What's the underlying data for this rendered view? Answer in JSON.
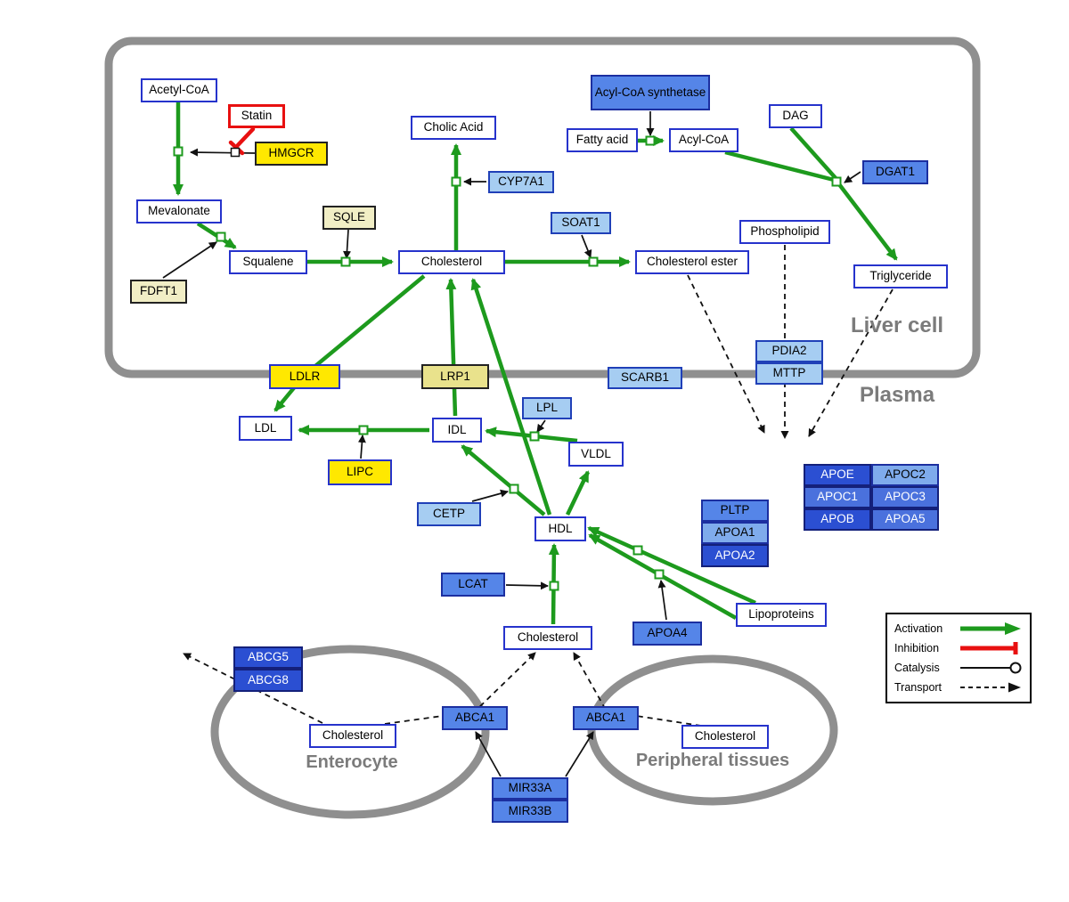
{
  "compartments": {
    "liver": "Liver cell",
    "plasma": "Plasma",
    "enterocyte": "Enterocyte",
    "peripheral": "Peripheral tissues"
  },
  "legend": {
    "activation": "Activation",
    "inhibition": "Inhibition",
    "catalysis": "Catalysis",
    "transport": "Transport"
  },
  "colors": {
    "activation_green": "#1d9a1d",
    "inhibition_red": "#e81010",
    "membrane_gray": "#8f8f8f",
    "node_border_blue": "#2633cc",
    "yellow": "#ffe800",
    "pale_yellow": "#f1eec5",
    "light_blue": "#a6cdf2",
    "medium_blue": "#5585e8",
    "dark_blue": "#2b4fd2"
  },
  "nodes": {
    "acetyl_coa": {
      "label": "Acetyl-CoA"
    },
    "statin": {
      "label": "Statin"
    },
    "hmgcr": {
      "label": "HMGCR"
    },
    "mevalonate": {
      "label": "Mevalonate"
    },
    "cholic_acid": {
      "label": "Cholic Acid"
    },
    "cyp7a1": {
      "label": "CYP7A1"
    },
    "sqle": {
      "label": "SQLE"
    },
    "squalene": {
      "label": "Squalene"
    },
    "fdft1": {
      "label": "FDFT1"
    },
    "cholesterol_liver": {
      "label": "Cholesterol"
    },
    "soat1": {
      "label": "SOAT1"
    },
    "cholesterol_ester": {
      "label": "Cholesterol ester"
    },
    "acylcoa_synthetase": {
      "label": "Acyl-CoA synthetase"
    },
    "fatty_acid": {
      "label": "Fatty acid"
    },
    "acyl_coa": {
      "label": "Acyl-CoA"
    },
    "dag": {
      "label": "DAG"
    },
    "dgat1": {
      "label": "DGAT1"
    },
    "phospholipid": {
      "label": "Phospholipid"
    },
    "triglyceride": {
      "label": "Triglyceride"
    },
    "pdia2": {
      "label": "PDIA2"
    },
    "mttp": {
      "label": "MTTP"
    },
    "ldlr": {
      "label": "LDLR"
    },
    "lrp1": {
      "label": "LRP1"
    },
    "scarb1": {
      "label": "SCARB1"
    },
    "ldl": {
      "label": "LDL"
    },
    "idl": {
      "label": "IDL"
    },
    "lpl": {
      "label": "LPL"
    },
    "vldl": {
      "label": "VLDL"
    },
    "lipc": {
      "label": "LIPC"
    },
    "cetp": {
      "label": "CETP"
    },
    "hdl": {
      "label": "HDL"
    },
    "lcat": {
      "label": "LCAT"
    },
    "pltp": {
      "label": "PLTP"
    },
    "apoa1": {
      "label": "APOA1"
    },
    "apoa2": {
      "label": "APOA2"
    },
    "apoa4": {
      "label": "APOA4"
    },
    "lipoproteins": {
      "label": "Lipoproteins"
    },
    "apoe": {
      "label": "APOE"
    },
    "apoc2": {
      "label": "APOC2"
    },
    "apoc1": {
      "label": "APOC1"
    },
    "apoc3": {
      "label": "APOC3"
    },
    "apob": {
      "label": "APOB"
    },
    "apoa5": {
      "label": "APOA5"
    },
    "cholesterol_plasma": {
      "label": "Cholesterol"
    },
    "abcg5": {
      "label": "ABCG5"
    },
    "abcg8": {
      "label": "ABCG8"
    },
    "cholesterol_enterocyte": {
      "label": "Cholesterol"
    },
    "abca1_left": {
      "label": "ABCA1"
    },
    "abca1_right": {
      "label": "ABCA1"
    },
    "cholesterol_peripheral": {
      "label": "Cholesterol"
    },
    "mir33a": {
      "label": "MIR33A"
    },
    "mir33b": {
      "label": "MIR33B"
    }
  }
}
